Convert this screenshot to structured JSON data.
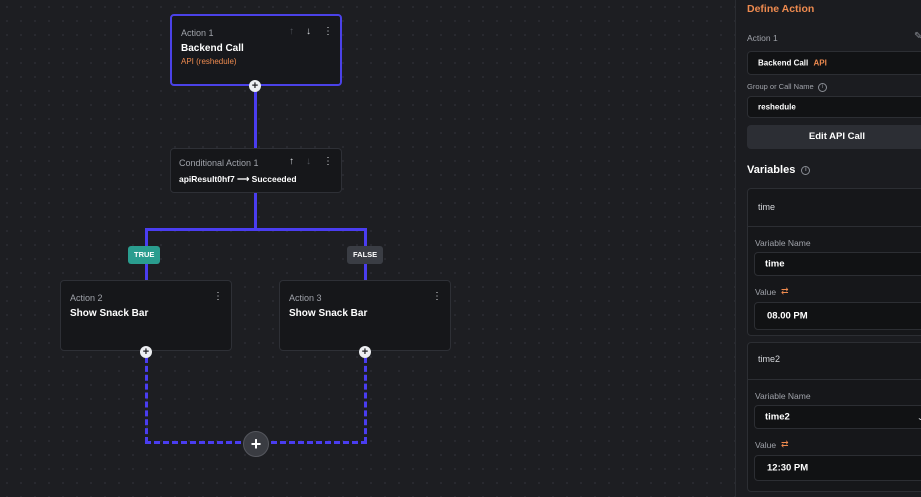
{
  "flow": {
    "action1": {
      "label": "Action 1",
      "title": "Backend Call",
      "subtitle": "API (reshedule)"
    },
    "conditional": {
      "label": "Conditional Action 1",
      "condition": "apiResult0hf7 ⟶ Succeeded"
    },
    "true_badge": "TRUE",
    "false_badge": "FALSE",
    "action2": {
      "label": "Action 2",
      "title": "Show Snack Bar"
    },
    "action3": {
      "label": "Action 3",
      "title": "Show Snack Bar"
    }
  },
  "panel": {
    "header": "Define Action",
    "action_label": "Action 1",
    "backend_call": "Backend Call",
    "api_tag": "API",
    "group_label": "Group or Call Name",
    "group_value": "reshedule",
    "edit_button": "Edit API Call",
    "variables_title": "Variables",
    "variables": [
      {
        "header": "time",
        "name_label": "Variable Name",
        "name_value": "time",
        "value_label": "Value",
        "value": "08.00 PM"
      },
      {
        "header": "time2",
        "name_label": "Variable Name",
        "name_value": "time2",
        "value_label": "Value",
        "value": "12:30 PM"
      }
    ]
  },
  "icons": {
    "up": "arrow-up-icon",
    "down": "arrow-down-icon",
    "more": "more-vertical-icon",
    "plus": "plus-icon",
    "info": "info-icon",
    "edit": "pencil-icon",
    "value_source": "value-source-icon",
    "dropdown": "chevron-down-icon"
  },
  "colors": {
    "accent": "#4a3df0",
    "orange": "#ee8a4f",
    "true_badge": "#2a9d8f",
    "background": "#1d1e22"
  }
}
